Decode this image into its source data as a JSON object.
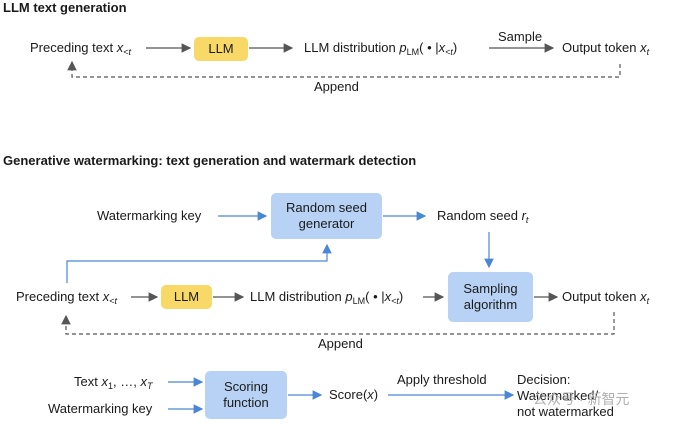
{
  "top": {
    "title": "LLM text generation",
    "preceding_text": "Preceding text",
    "x_var": "x",
    "lt": "<t",
    "llm": "LLM",
    "dist_label": "LLM distribution",
    "p_var": "p",
    "lm_sub": "LM",
    "dist_args_open": "( • |",
    "dist_args_close": ")",
    "sample": "Sample",
    "output_token": "Output token",
    "t_sub": "t",
    "append": "Append"
  },
  "bottom": {
    "title": "Generative watermarking: text generation and watermark detection",
    "watermarking_key": "Watermarking key",
    "rsg": "Random seed generator",
    "random_seed": "Random seed",
    "r_var": "r",
    "t_sub": "t",
    "preceding_text": "Preceding text",
    "x_var": "x",
    "lt": "<t",
    "llm": "LLM",
    "dist_label": "LLM distribution",
    "p_var": "p",
    "lm_sub": "LM",
    "dist_args_open": "( • |",
    "dist_args_close": ")",
    "sampling": "Sampling algorithm",
    "output_token": "Output token",
    "append": "Append"
  },
  "detect": {
    "text_label": "Text",
    "x1": "x",
    "sub1": "1",
    "ellipsis": ", …, ",
    "xT": "x",
    "subT": "T",
    "watermarking_key": "Watermarking key",
    "scoring": "Scoring function",
    "score_prefix": "Score(",
    "score_x": "x",
    "score_suffix": ")",
    "apply_threshold": "Apply threshold",
    "decision_1": "Decision:",
    "decision_2": "Watermarked/",
    "decision_3": "not watermarked"
  },
  "overlay_logo": "公众号 · 新智元",
  "colors": {
    "arrow_gray": "#555555",
    "arrow_blue": "#4a86d8",
    "yellow": "#f8d866",
    "blue_box": "#b7d2f5"
  }
}
